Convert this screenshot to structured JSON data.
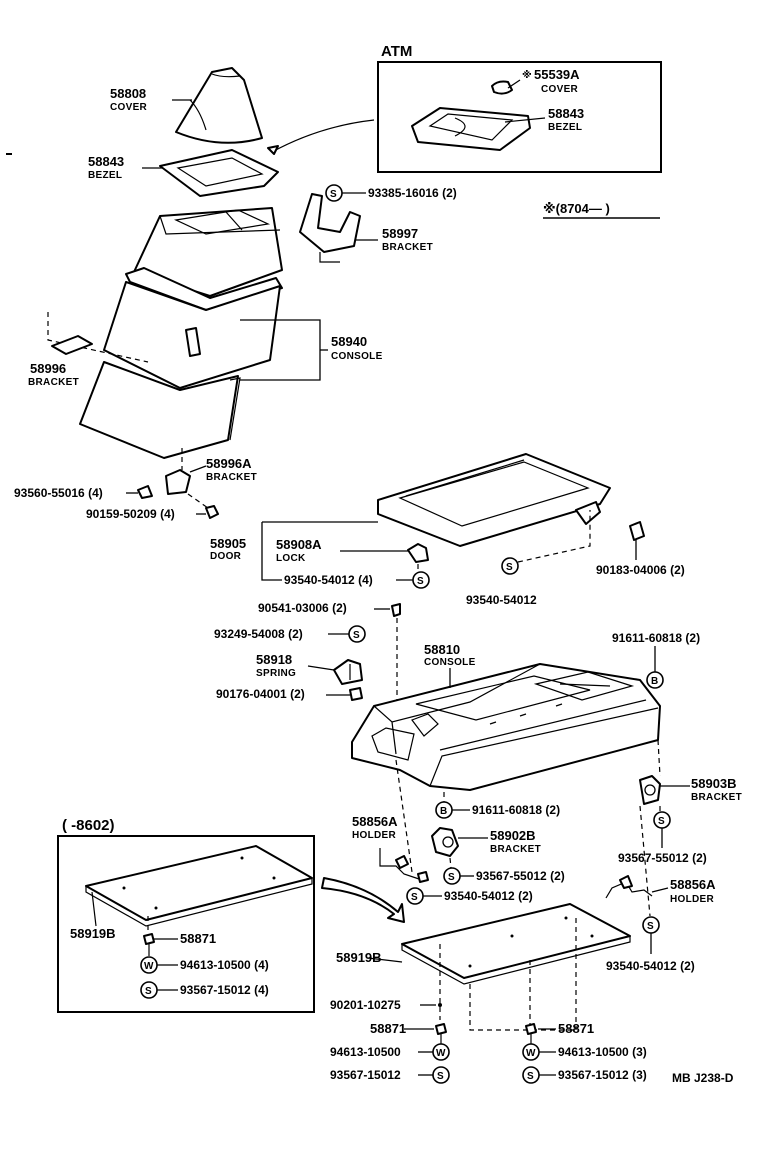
{
  "atm": {
    "title": "ATM",
    "cover": {
      "number": "55539A",
      "name": "COVER",
      "mark": "※"
    },
    "bezel": {
      "number": "58843",
      "name": "BEZEL"
    }
  },
  "date_note": "※(8704—        )",
  "top_parts": {
    "cover": {
      "number": "58808",
      "name": "COVER"
    },
    "bezel": {
      "number": "58843",
      "name": "BEZEL"
    },
    "bracket_58997": {
      "number": "58997",
      "name": "BRACKET"
    },
    "screw_93385": {
      "text": "93385-16016 (2)",
      "symbol": "S"
    },
    "console_58940": {
      "number": "58940",
      "name": "CONSOLE"
    },
    "bracket_58996": {
      "number": "58996",
      "name": "BRACKET"
    },
    "bracket_58996a": {
      "number": "58996A",
      "name": "BRACKET"
    },
    "fastener_93560": {
      "text": "93560-55016 (4)"
    },
    "fastener_90159": {
      "text": "90159-50209 (4)"
    }
  },
  "door_group": {
    "door": {
      "number": "58905",
      "name": "DOOR"
    },
    "lock": {
      "number": "58908A",
      "name": "LOCK"
    },
    "screw_93540a": {
      "text": "93540-54012 (4)",
      "symbol": "S"
    },
    "screw_93540b": {
      "text": "93540-54012",
      "symbol": "S"
    },
    "clip_90183": {
      "text": "90183-04006 (2)"
    }
  },
  "console_group": {
    "console": {
      "number": "58810",
      "name": "CONSOLE"
    },
    "pin_90541": {
      "text": "90541-03006 (2)"
    },
    "screw_93249": {
      "text": "93249-54008 (2)",
      "symbol": "S"
    },
    "spring": {
      "number": "58918",
      "name": "SPRING"
    },
    "nut_90176": {
      "text": "90176-04001 (2)"
    },
    "bolt_91611a": {
      "text": "91611-60818 (2)",
      "symbol": "B"
    },
    "bracket_58903b": {
      "number": "58903B",
      "name": "BRACKET"
    },
    "screw_93567a": {
      "text": "93567-55012 (2)",
      "symbol": "S"
    },
    "holder_58856a_left": {
      "number": "58856A",
      "name": "HOLDER"
    },
    "bolt_91611b": {
      "text": "91611-60818 (2)",
      "symbol": "B"
    },
    "bracket_58902b": {
      "number": "58902B",
      "name": "BRACKET"
    },
    "screw_93567b": {
      "text": "93567-55012 (2)",
      "symbol": "S"
    },
    "screw_93540c": {
      "text": "93540-54012 (2)",
      "symbol": "S"
    },
    "holder_58856a_right": {
      "number": "58856A",
      "name": "HOLDER"
    },
    "screw_93540d": {
      "text": "93540-54012 (2)",
      "symbol": "S"
    }
  },
  "inset_8602": {
    "title": "(        -8602)",
    "plate": {
      "number": "58919B"
    },
    "pad": {
      "number": "58871"
    },
    "washer": {
      "text": "94613-10500 (4)",
      "symbol": "W"
    },
    "screw": {
      "text": "93567-15012 (4)",
      "symbol": "S"
    }
  },
  "bottom_group": {
    "plate": {
      "number": "58919B"
    },
    "rivet": {
      "text": "90201-10275"
    },
    "pad_left": {
      "number": "58871"
    },
    "pad_right": {
      "number": "58871"
    },
    "washer_left": {
      "text": "94613-10500",
      "symbol": "W"
    },
    "washer_right": {
      "text": "94613-10500 (3)",
      "symbol": "W"
    },
    "screw_left": {
      "text": "93567-15012",
      "symbol": "S"
    },
    "screw_right": {
      "text": "93567-15012 (3)",
      "symbol": "S"
    }
  },
  "footer_code": "MB  J238-D"
}
